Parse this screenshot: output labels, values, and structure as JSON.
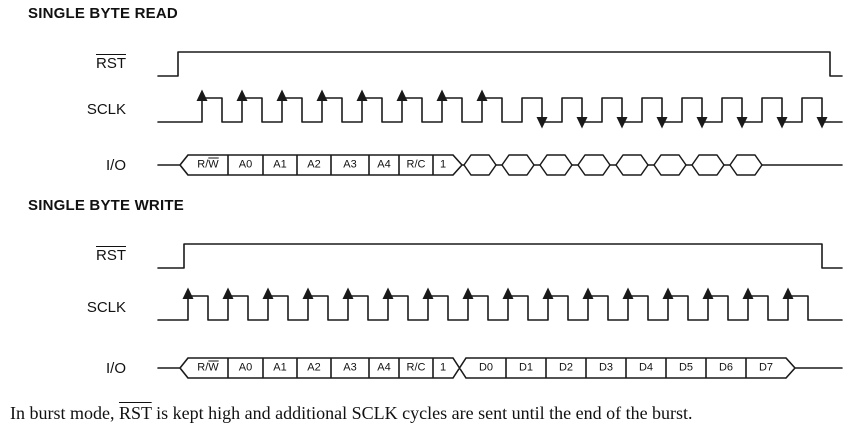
{
  "page": {
    "background": "#ffffff",
    "line_color": "#1a1a1a",
    "footer": {
      "pre": "In burst mode, ",
      "rst": "RST",
      "post": " is kept high and additional SCLK cycles are sent until the end of the burst."
    }
  },
  "sections": [
    {
      "id": "read",
      "title": "SINGLE BYTE READ",
      "labels": {
        "rst": "RST",
        "sclk": "SCLK",
        "io": "I/O"
      },
      "sclk": {
        "periods": 16,
        "rising_arrow_pulses": [
          0,
          1,
          2,
          3,
          4,
          5,
          6,
          7
        ],
        "falling_arrow_pulses": [
          8,
          9,
          10,
          11,
          12,
          13,
          14,
          15
        ]
      },
      "io": {
        "address_cells": [
          {
            "pre": "R/",
            "over": "W"
          },
          {
            "pre": "A0"
          },
          {
            "pre": "A1"
          },
          {
            "pre": "A2"
          },
          {
            "pre": "A3"
          },
          {
            "pre": "A4"
          },
          {
            "pre": "R/C"
          },
          {
            "pre": "1"
          }
        ],
        "tail": {
          "type": "undefined-data-hex",
          "count": 8
        }
      }
    },
    {
      "id": "write",
      "title": "SINGLE BYTE WRITE",
      "labels": {
        "rst": "RST",
        "sclk": "SCLK",
        "io": "I/O"
      },
      "sclk": {
        "periods": 16,
        "rising_arrow_pulses": [
          0,
          1,
          2,
          3,
          4,
          5,
          6,
          7,
          8,
          9,
          10,
          11,
          12,
          13,
          14,
          15
        ],
        "falling_arrow_pulses": []
      },
      "io": {
        "address_cells": [
          {
            "pre": "R/",
            "over": "W"
          },
          {
            "pre": "A0"
          },
          {
            "pre": "A1"
          },
          {
            "pre": "A2"
          },
          {
            "pre": "A3"
          },
          {
            "pre": "A4"
          },
          {
            "pre": "R/C"
          },
          {
            "pre": "1"
          }
        ],
        "data_cells": [
          {
            "pre": "D0"
          },
          {
            "pre": "D1"
          },
          {
            "pre": "D2"
          },
          {
            "pre": "D3"
          },
          {
            "pre": "D4"
          },
          {
            "pre": "D5"
          },
          {
            "pre": "D6"
          },
          {
            "pre": "D7"
          }
        ]
      }
    }
  ]
}
